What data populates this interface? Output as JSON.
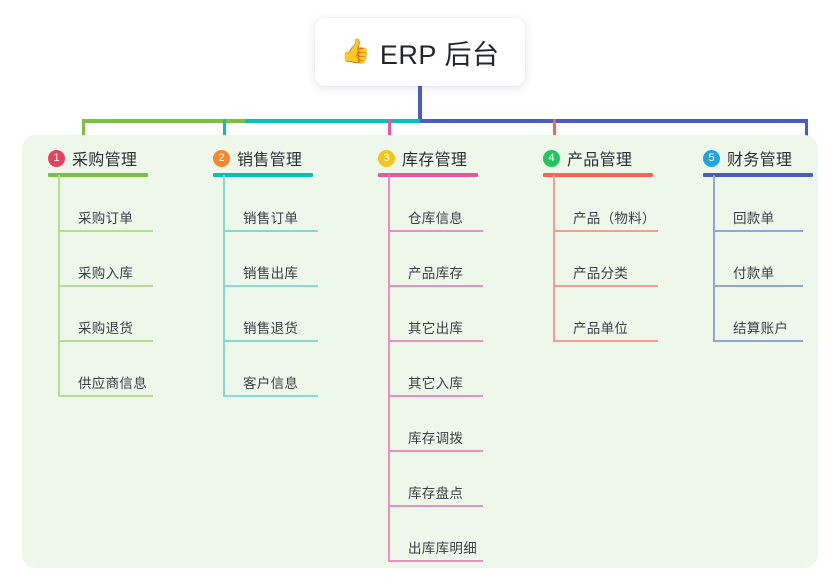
{
  "root": {
    "emoji": "👍",
    "emoji_name": "thumbs-up-icon",
    "label": "ERP 后台"
  },
  "palette": {
    "panel_background": "#edf7ea",
    "page_background": "#ffffff",
    "root_stem": "#4a5bc4",
    "bar_left": "#7ac143",
    "bar_mid": "#00c2b5",
    "bar_right": "#4a5bc4"
  },
  "columns": [
    {
      "number": "1",
      "title": "采购管理",
      "badge_color": "#e8415c",
      "line_color": "#7ac143",
      "leaf_line_color": "#b7dd95",
      "items": [
        "采购订单",
        "采购入库",
        "采购退货",
        "供应商信息"
      ]
    },
    {
      "number": "2",
      "title": "销售管理",
      "badge_color": "#f5872e",
      "line_color": "#00c2b5",
      "leaf_line_color": "#84d9d2",
      "items": [
        "销售订单",
        "销售出库",
        "销售退货",
        "客户信息"
      ]
    },
    {
      "number": "3",
      "title": "库存管理",
      "badge_color": "#f5c518",
      "line_color": "#e8569f",
      "leaf_line_color": "#eb8fc0",
      "items": [
        "仓库信息",
        "产品库存",
        "其它出库",
        "其它入库",
        "库存调拨",
        "库存盘点",
        "出库库明细"
      ]
    },
    {
      "number": "4",
      "title": "产品管理",
      "badge_color": "#22c55e",
      "line_color": "#fa6450",
      "leaf_line_color": "#f79d90",
      "items": [
        "产品（物料）",
        "产品分类",
        "产品单位"
      ]
    },
    {
      "number": "5",
      "title": "财务管理",
      "badge_color": "#22a5dc",
      "line_color": "#4a5bc4",
      "leaf_line_color": "#93a4dd",
      "items": [
        "回款单",
        "付款单",
        "结算账户"
      ]
    }
  ]
}
